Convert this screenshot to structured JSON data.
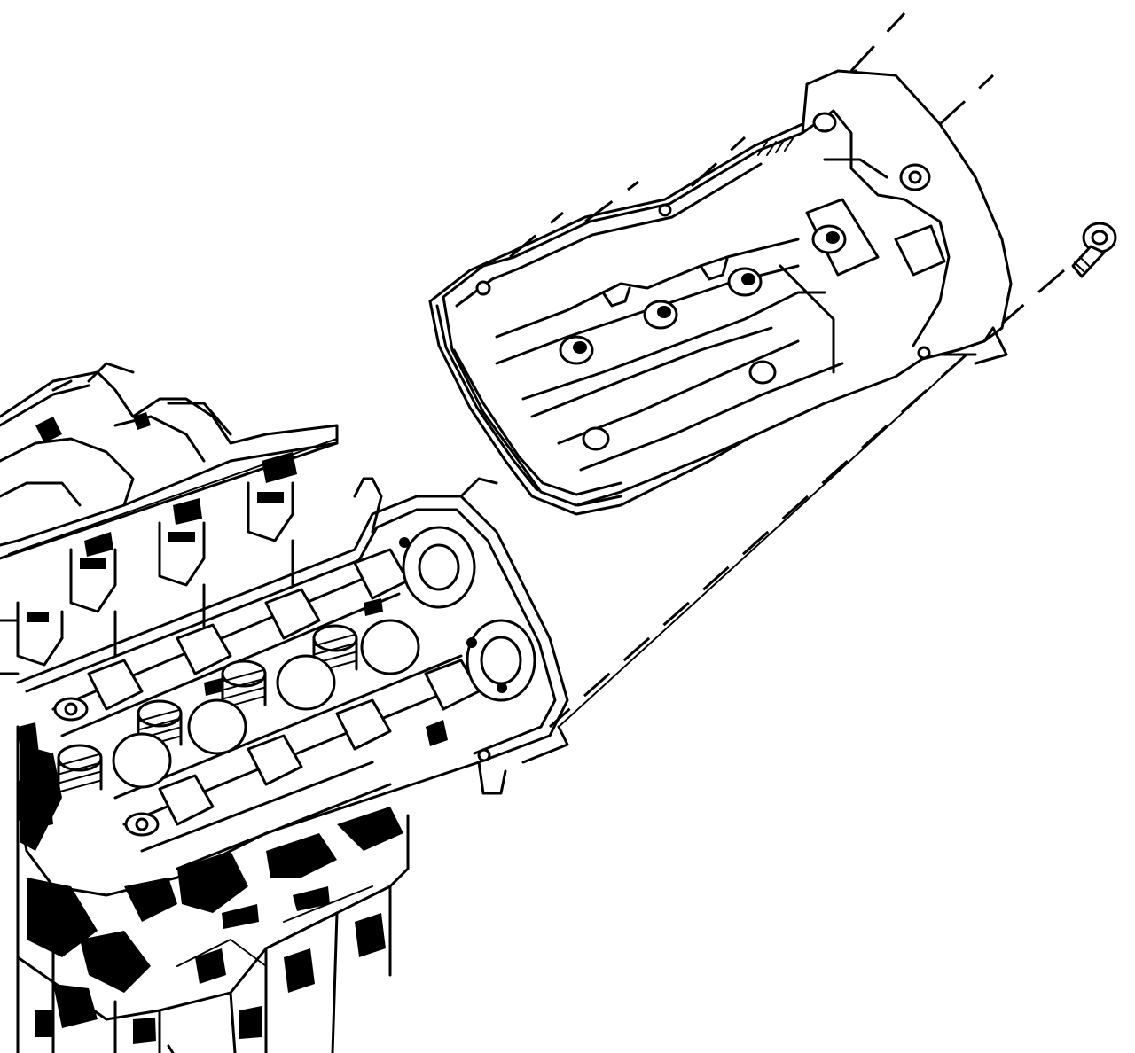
{
  "diagram": {
    "parts": [
      {
        "id": "valve-cover",
        "icon": "valve-cover-icon"
      },
      {
        "id": "valve-cover-gasket",
        "icon": "gasket-icon"
      },
      {
        "id": "valve-cover-bolt",
        "icon": "bolt-icon"
      },
      {
        "id": "cylinder-head",
        "icon": "cylinder-head-icon"
      },
      {
        "id": "intake-manifold",
        "icon": "intake-manifold-icon"
      },
      {
        "id": "engine-block",
        "icon": "engine-block-icon"
      }
    ],
    "stroke_color": "#000000",
    "background_color": "#ffffff"
  }
}
